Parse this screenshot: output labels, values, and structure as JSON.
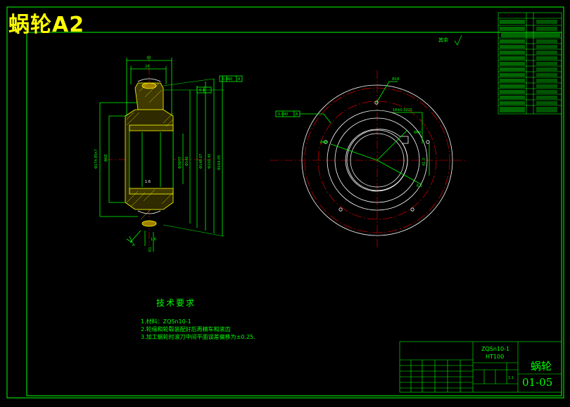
{
  "sheet": {
    "title": "蜗轮A2",
    "colors": {
      "background": "#000000",
      "frame": "#00ff00",
      "centerline": "#ff0000",
      "title": "#ffff00"
    }
  },
  "requirements": {
    "heading": "技术要求",
    "items": [
      "1.材料：ZQSn10-1",
      "2.轮缘和轮毂装配好后再精车和滚齿",
      "3.加工蜗轮时滚刀中间平面误差偏移为±0.25."
    ]
  },
  "title_block": {
    "material_line1": "ZQSn10-1",
    "material_line2": "HT100",
    "part_name": "蜗轮",
    "drawing_number": "01-05",
    "scale": "1:1"
  },
  "labels": {
    "roughness": "其余",
    "pcd_hole": "Φ18",
    "keyway": "18±0.0215"
  }
}
